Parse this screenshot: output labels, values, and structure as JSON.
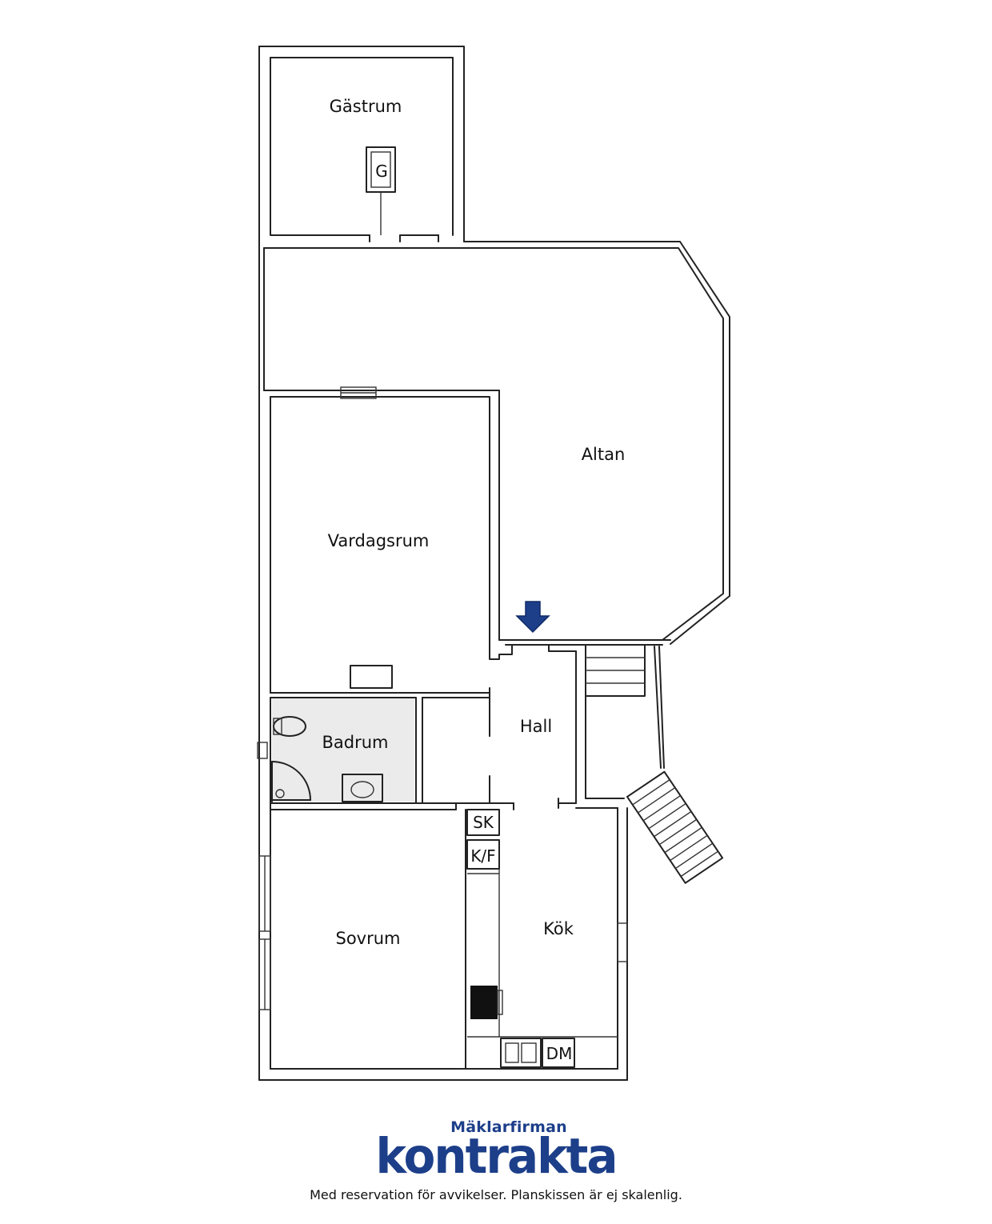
{
  "rooms": {
    "gastrum": "Gästrum",
    "altan": "Altan",
    "vardagsrum": "Vardagsrum",
    "hall": "Hall",
    "badrum": "Badrum",
    "sovrum": "Sovrum",
    "kok": "Kök"
  },
  "fixtures": {
    "g": "G",
    "sk": "SK",
    "kf": "K/F",
    "dm": "DM"
  },
  "logo": {
    "top": "Mäklarfirman",
    "main": "kontrakta"
  },
  "disclaimer": "Med reservation för avvikelser. Planskissen är ej skalenlig.",
  "colors": {
    "brand": "#1d3f8a",
    "bathroom_fill": "#ebebeb",
    "entrance_arrow": "#1d3f8a"
  }
}
